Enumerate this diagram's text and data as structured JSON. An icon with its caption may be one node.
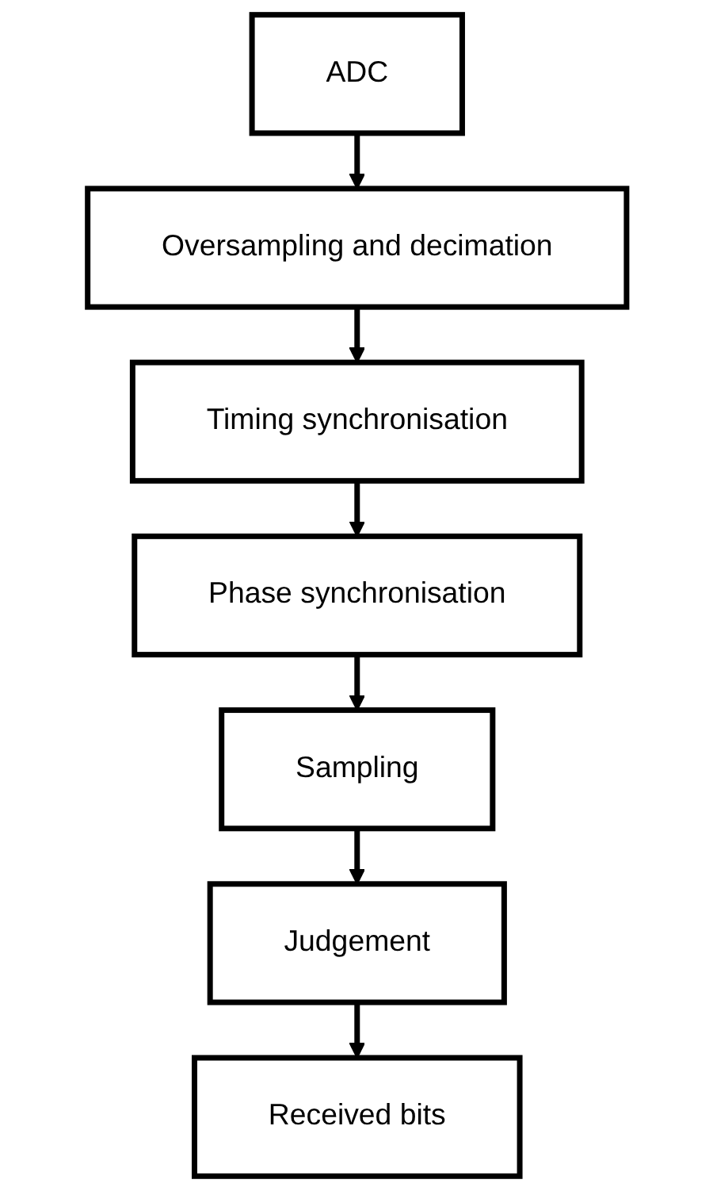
{
  "diagram": {
    "nodes": [
      {
        "text": [
          "ADC"
        ]
      },
      {
        "text": [
          "Oversampling and decimation"
        ]
      },
      {
        "text": [
          "Timing synchronisation"
        ]
      },
      {
        "text": [
          "Phase synchronisation"
        ]
      },
      {
        "text": [
          "Sampling"
        ]
      },
      {
        "text": [
          "Judgement"
        ]
      },
      {
        "text": [
          "Received bits"
        ]
      }
    ],
    "edges": [
      {
        "from": 0,
        "to": 1,
        "arrow": "to"
      },
      {
        "from": 1,
        "to": 2,
        "arrow": "to"
      },
      {
        "from": 2,
        "to": 3,
        "arrow": "to"
      },
      {
        "from": 3,
        "to": 4,
        "arrow": "to"
      },
      {
        "from": 4,
        "to": 5,
        "arrow": "to"
      },
      {
        "from": 5,
        "to": 6,
        "arrow": "to"
      }
    ]
  }
}
